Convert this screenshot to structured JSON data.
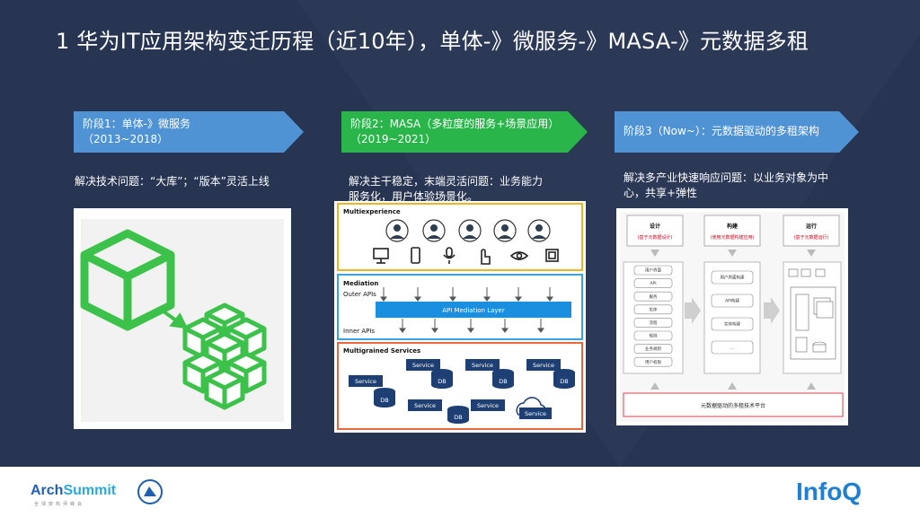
{
  "title": "1 华为IT应用架构变迁历程（近10年），单体-》微服务-》MASA-》元数据多租",
  "stages": [
    {
      "line1": "阶段1：单体-》微服务",
      "line2": "（2013~2018）",
      "desc": "解决技术问题：“大库”；“版本”灵活上线"
    },
    {
      "line1": "阶段2：MASA（多粒度的服务+场景应用）",
      "line2": "（2019~2021）",
      "desc": "解决主干稳定，末端灵活问题：业务能力服务化，用户体验场景化。"
    },
    {
      "line1": "阶段3（Now~）：元数据驱动的多租架构",
      "desc": "解决多产业快速响应问题：以业务对象为中心，共享+弹性"
    }
  ],
  "masa": {
    "multiexperience": "Multiexperience",
    "mediation": "Mediation",
    "outer_apis": "Outer APIs",
    "api_layer": "API Mediation Layer",
    "inner_apis": "Inner APIs",
    "multigrained": "Multigrained Services",
    "service": "Service",
    "db": "DB"
  },
  "meta": {
    "col1_title": "设计",
    "col1_sub": "(基于元数据设计)",
    "col2_title": "构建",
    "col2_sub": "(使用元数据构建应用)",
    "col3_title": "运行",
    "col3_sub": "(基于元数据运行)",
    "col1_items": [
      "用户界面",
      "API",
      "服务",
      "实体",
      "流程",
      "规则",
      "业务规则",
      "用户权限"
    ],
    "col2_items": [
      "用户界面构建",
      "API构建",
      "实体构建",
      "..."
    ],
    "platform": "元数据驱动的多租技术平台"
  },
  "footer": {
    "arch_a": "Arch",
    "arch_b": "Summit",
    "arch_sub": "全球架构师峰会",
    "infoq": "InfoQ"
  },
  "colors": {
    "background": "#273552",
    "blue_banner": "#4f93d4",
    "green_banner": "#2ab54b",
    "cube_green": "#3cc24a"
  }
}
